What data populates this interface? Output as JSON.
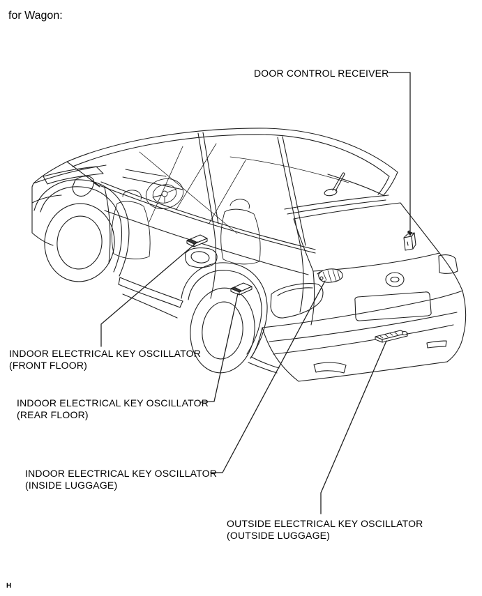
{
  "page": {
    "header": "for Wagon:",
    "footer_mark": "H"
  },
  "colors": {
    "background": "#ffffff",
    "line_art": "#1f1f1f",
    "text": "#000000",
    "component_shading": "#3a3a3a"
  },
  "diagram": {
    "type": "technical-illustration",
    "subject": "wagon rear three-quarter line drawing with smart-entry component locations",
    "callouts": {
      "door_control_receiver": {
        "line1": "DOOR CONTROL RECEIVER",
        "line2": ""
      },
      "front_floor": {
        "line1": "INDOOR ELECTRICAL KEY OSCILLATOR",
        "line2": "(FRONT FLOOR)"
      },
      "rear_floor": {
        "line1": "INDOOR ELECTRICAL KEY OSCILLATOR",
        "line2": "(REAR FLOOR)"
      },
      "inside_luggage": {
        "line1": "INDOOR ELECTRICAL KEY OSCILLATOR",
        "line2": "(INSIDE LUGGAGE)"
      },
      "outside_luggage": {
        "line1": "OUTSIDE ELECTRICAL KEY OSCILLATOR",
        "line2": "(OUTSIDE LUGGAGE)"
      }
    }
  }
}
